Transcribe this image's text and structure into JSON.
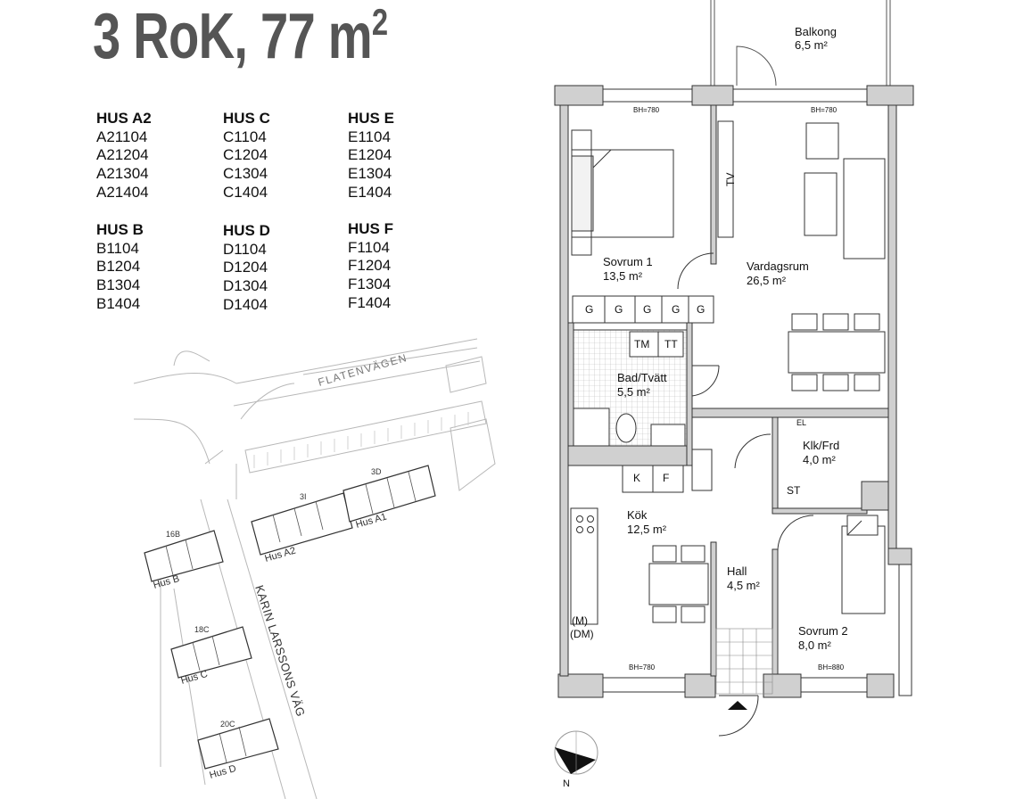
{
  "title": {
    "main": "3 RoK, 77 m",
    "sup": "2"
  },
  "hus_groups": [
    {
      "heading": "HUS A2",
      "units": [
        "A21104",
        "A21204",
        "A21304",
        "A21404"
      ]
    },
    {
      "heading": "HUS C",
      "units": [
        "C1104",
        "C1204",
        "C1304",
        "C1404"
      ]
    },
    {
      "heading": "HUS E",
      "units": [
        "E1104",
        "E1204",
        "E1304",
        "E1404"
      ]
    },
    {
      "heading": "HUS B",
      "units": [
        "B1104",
        "B1204",
        "B1304",
        "B1404"
      ]
    },
    {
      "heading": "HUS D",
      "units": [
        "D1104",
        "D1204",
        "D1304",
        "D1404"
      ]
    },
    {
      "heading": "HUS F",
      "units": [
        "F1104",
        "F1204",
        "F1304",
        "F1404"
      ]
    }
  ],
  "site_map": {
    "streets": {
      "flaten": "FLATENVÄGEN",
      "karin": "KARIN LARSSONS VÄG"
    },
    "labels": {
      "hus_a1": "Hus A1",
      "hus_a2": "Hus A2",
      "hus_b": "Hus B",
      "hus_c": "Hus C",
      "hus_d": "Hus D",
      "n3d": "3D",
      "n3i": "3I",
      "n16b": "16B",
      "n18c": "18C",
      "n20c": "20C"
    }
  },
  "plan": {
    "balkong": {
      "name": "Balkong",
      "area": "6,5 m²"
    },
    "sovrum1": {
      "name": "Sovrum 1",
      "area": "13,5 m²"
    },
    "vardagsrum": {
      "name": "Vardagsrum",
      "area": "26,5 m²"
    },
    "bad": {
      "name": "Bad/Tvätt",
      "area": "5,5 m²"
    },
    "klk": {
      "name": "Klk/Frd",
      "area": "4,0 m²"
    },
    "kok": {
      "name": "Kök",
      "area": "12,5 m²"
    },
    "hall": {
      "name": "Hall",
      "area": "4,5 m²"
    },
    "sovrum2": {
      "name": "Sovrum 2",
      "area": "8,0 m²"
    },
    "bh_top_left": "BH=780",
    "bh_top_right": "BH=780",
    "bh_bottom_left": "BH=780",
    "bh_bottom_right": "BH=880",
    "tv": "TV",
    "tm": "TM",
    "tt": "TT",
    "el": "EL",
    "st": "ST",
    "k": "K",
    "f": "F",
    "m": "(M)",
    "dm": "(DM)",
    "g_labels": [
      "G",
      "G",
      "G",
      "G",
      "G"
    ],
    "north": "N"
  }
}
